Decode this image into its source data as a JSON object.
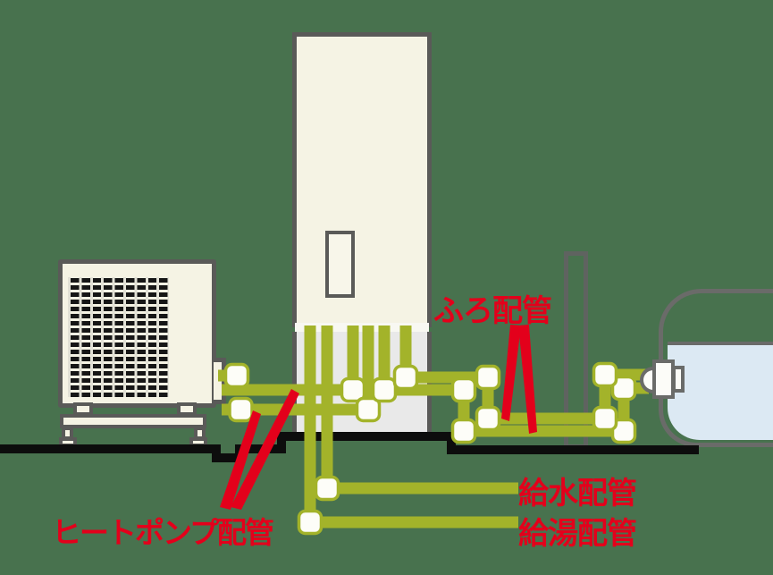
{
  "diagram": {
    "title": "ecocute-piping-diagram",
    "labels": {
      "furo": "ふろ配管",
      "heat_pump": "ヒートポンプ配管",
      "kyusui": "給水配管",
      "kyuto": "給湯配管"
    },
    "colors": {
      "background": "#48724E",
      "pipe": "#A3B32A",
      "pipe_fitting": "#FDFDF8",
      "unit_body": "#F5F3E4",
      "unit_border": "#5A5A58",
      "tank_base": "#E9E9E9",
      "ground": "#0D0D0D",
      "water": "#DCE9F3",
      "tub_outline": "#6A6B69",
      "label_red": "#E3001B",
      "grille": "#161616"
    }
  }
}
